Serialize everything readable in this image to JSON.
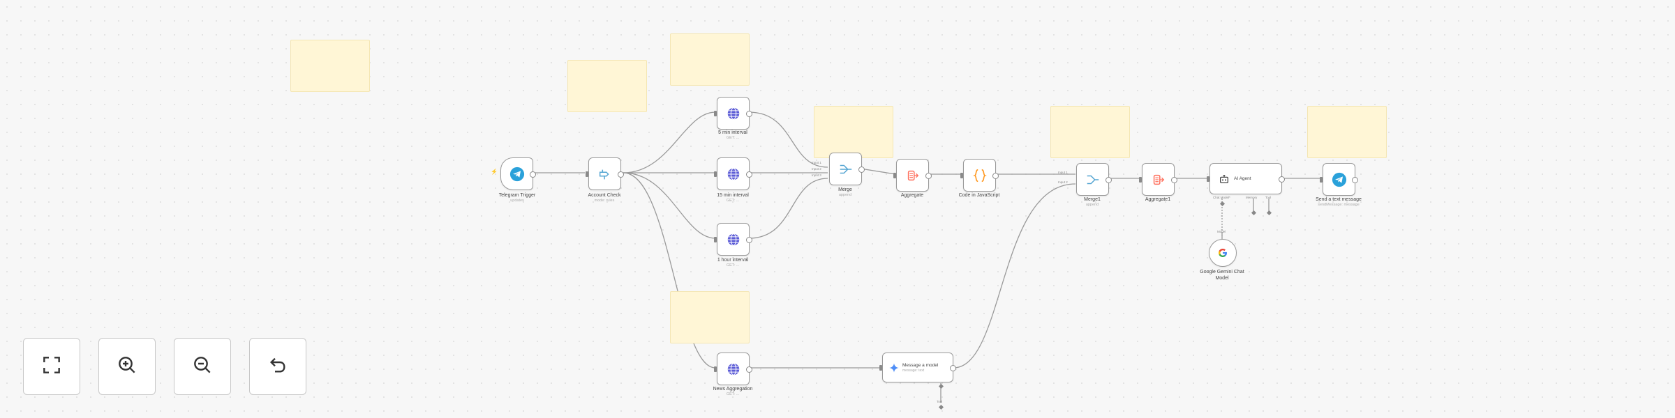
{
  "nodes": {
    "telegram_trigger": {
      "label": "Telegram Trigger",
      "sub": "updates"
    },
    "account_check": {
      "label": "Account Check",
      "sub": "mode: rules"
    },
    "min5": {
      "label": "5 min interval",
      "sub": "GET: ..."
    },
    "min15": {
      "label": "15 min interval",
      "sub": "GET: ..."
    },
    "hour1": {
      "label": "1 hour interval",
      "sub": "GET: ..."
    },
    "news": {
      "label": "News Aggregation",
      "sub": "GET: ..."
    },
    "merge": {
      "label": "Merge",
      "sub": "append"
    },
    "aggregate": {
      "label": "Aggregate",
      "sub": ""
    },
    "code": {
      "label": "Code in JavaScript",
      "sub": ""
    },
    "merge1": {
      "label": "Merge1",
      "sub": "append"
    },
    "aggregate1": {
      "label": "Aggregate1",
      "sub": ""
    },
    "agent": {
      "label": "AI Agent",
      "sub": ""
    },
    "send": {
      "label": "Send a text message",
      "sub": "sendMessage: message"
    },
    "gemini": {
      "label": "Google Gemini Chat Model",
      "sub": ""
    },
    "message_model": {
      "label": "Message a model",
      "sub": "message: text"
    }
  },
  "agent_ports": {
    "model": "Chat Model*",
    "memory": "Memory",
    "tool": "Tool"
  },
  "gemini_port": "Model",
  "merge_inputs": {
    "in1": "Input 1",
    "in2": "Input 2",
    "in3": "Input 3"
  },
  "merge1_inputs": {
    "in1": "Input 1",
    "in2": "Input 2"
  },
  "message_port": "Tool",
  "controls": [
    {
      "name": "fit-view",
      "icon": "fit-view-icon"
    },
    {
      "name": "zoom-in",
      "icon": "zoom-in-icon"
    },
    {
      "name": "zoom-out",
      "icon": "zoom-out-icon"
    },
    {
      "name": "reset",
      "icon": "undo-icon"
    }
  ],
  "colors": {
    "telegram": "#2aa1da",
    "http": "#5b5bd6",
    "merge": "#54a5d2",
    "aggregate": "#ff6d5a",
    "code": "#ff9922",
    "sticky": "#fff6d6",
    "accent": "#ff6d5a"
  }
}
